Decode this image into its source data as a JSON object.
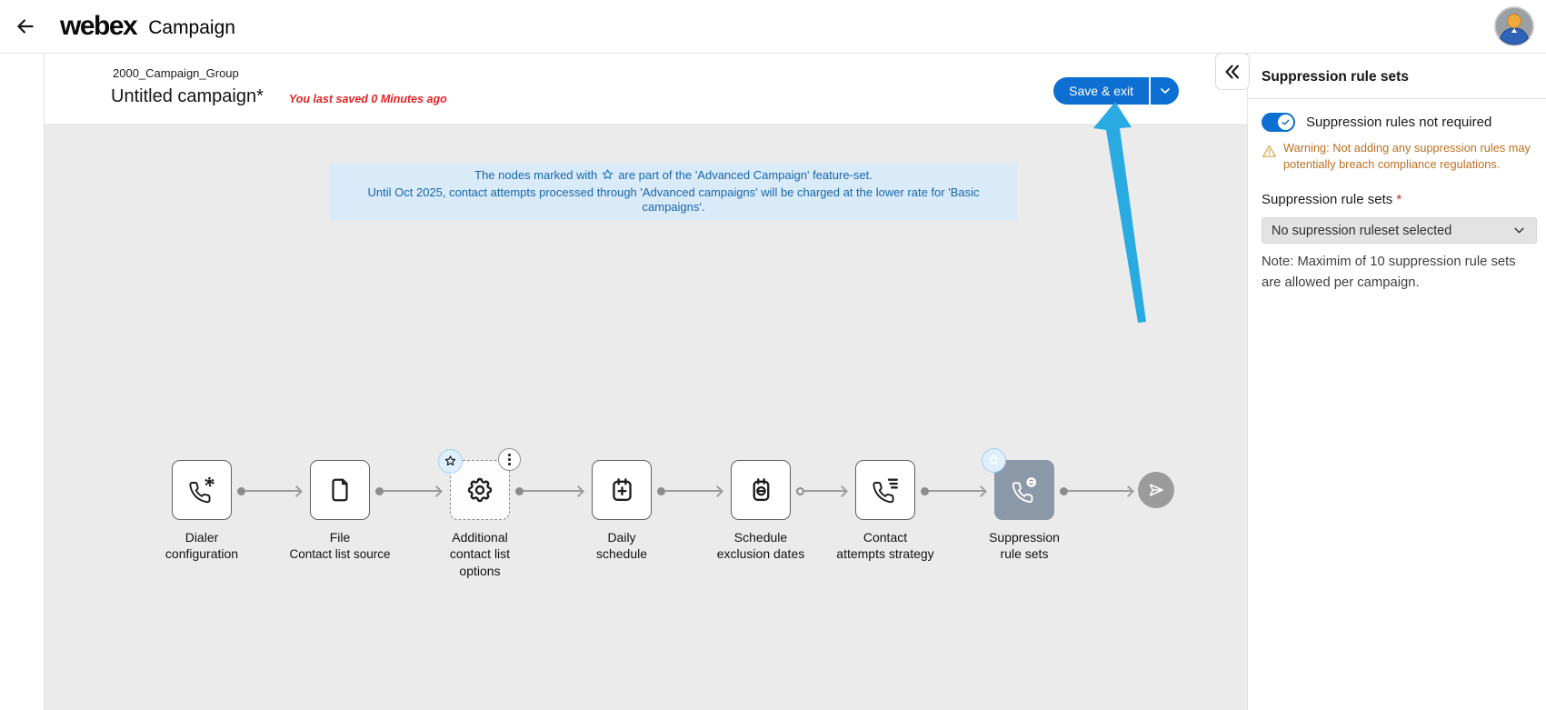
{
  "topbar": {
    "logo": "webex",
    "app": "Campaign"
  },
  "header": {
    "group": "2000_Campaign_Group",
    "title": "Untitled campaign*",
    "autosave": "You last saved 0 Minutes ago",
    "save_label": "Save & exit"
  },
  "banner": {
    "line1_before": "The nodes marked with",
    "line1_after": "are part of the 'Advanced Campaign' feature-set.",
    "line2": "Until Oct 2025, contact attempts processed through 'Advanced campaigns' will be charged at the lower rate for 'Basic campaigns'."
  },
  "flow": {
    "nodes": [
      {
        "label": "Dialer\nconfiguration",
        "icon": "phone-gear-icon"
      },
      {
        "label": "File",
        "sublabel": "Contact list source",
        "icon": "file-icon"
      },
      {
        "label": "Additional\ncontact list\noptions",
        "icon": "gear-icon",
        "starred": true,
        "menu": true
      },
      {
        "label": "Daily\nschedule",
        "icon": "calendar-plus-icon"
      },
      {
        "label": "Schedule\nexclusion dates",
        "icon": "calendar-minus-icon"
      },
      {
        "label": "Contact\nattempts strategy",
        "icon": "phone-list-icon"
      },
      {
        "label": "Suppression\nrule sets",
        "icon": "phone-suppress-icon",
        "starred": true,
        "selected": true
      }
    ]
  },
  "panel": {
    "title": "Suppression rule sets",
    "toggle_label": "Suppression rules not required",
    "warning": "Warning: Not adding any suppression rules may potentially breach compliance regulations.",
    "field_label": "Suppression rule sets",
    "required": "*",
    "select_value": "No supression ruleset selected",
    "note": "Note: Maximim of 10 suppression rule sets are allowed per campaign."
  },
  "colors": {
    "accent_blue": "#0c6fd1",
    "annotation_arrow": "#29abe2",
    "banner_bg": "#d9eaf8",
    "banner_text": "#1668ad",
    "warning_text": "#bd6f1f",
    "selected_node": "#8b98a7",
    "autosave_red": "#e32222"
  }
}
